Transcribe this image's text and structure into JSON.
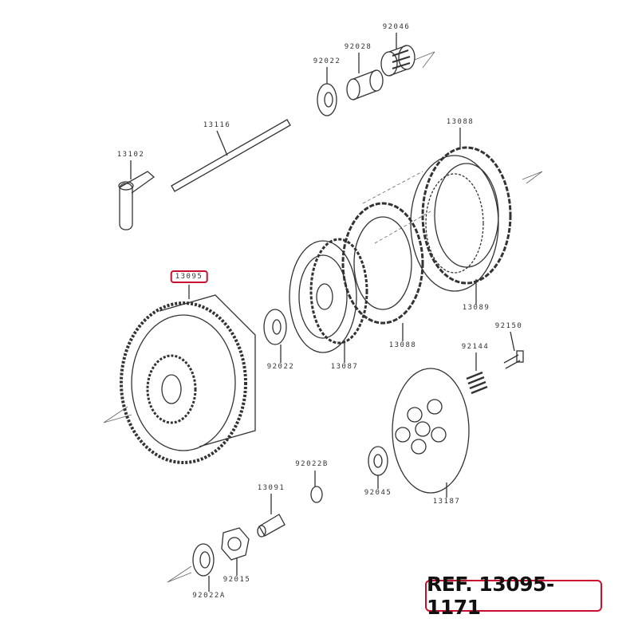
{
  "parts": [
    {
      "id": "p92046",
      "label": "92046"
    },
    {
      "id": "p92028",
      "label": "92028"
    },
    {
      "id": "p92022-top",
      "label": "92022"
    },
    {
      "id": "p13116",
      "label": "13116"
    },
    {
      "id": "p13088-top",
      "label": "13088"
    },
    {
      "id": "p13102",
      "label": "13102"
    },
    {
      "id": "p13095",
      "label": "13095"
    },
    {
      "id": "p92022-mid",
      "label": "92022"
    },
    {
      "id": "p13087",
      "label": "13087"
    },
    {
      "id": "p13088-low",
      "label": "13088"
    },
    {
      "id": "p13089",
      "label": "13089"
    },
    {
      "id": "p92150",
      "label": "92150"
    },
    {
      "id": "p92144",
      "label": "92144"
    },
    {
      "id": "p92022B",
      "label": "92022B"
    },
    {
      "id": "p13091",
      "label": "13091"
    },
    {
      "id": "p92045",
      "label": "92045"
    },
    {
      "id": "p13187",
      "label": "13187"
    },
    {
      "id": "p92015",
      "label": "92015"
    },
    {
      "id": "p92022A",
      "label": "92022A"
    }
  ],
  "reference": "REF. 13095-1171",
  "highlight_color": "#c8102e"
}
